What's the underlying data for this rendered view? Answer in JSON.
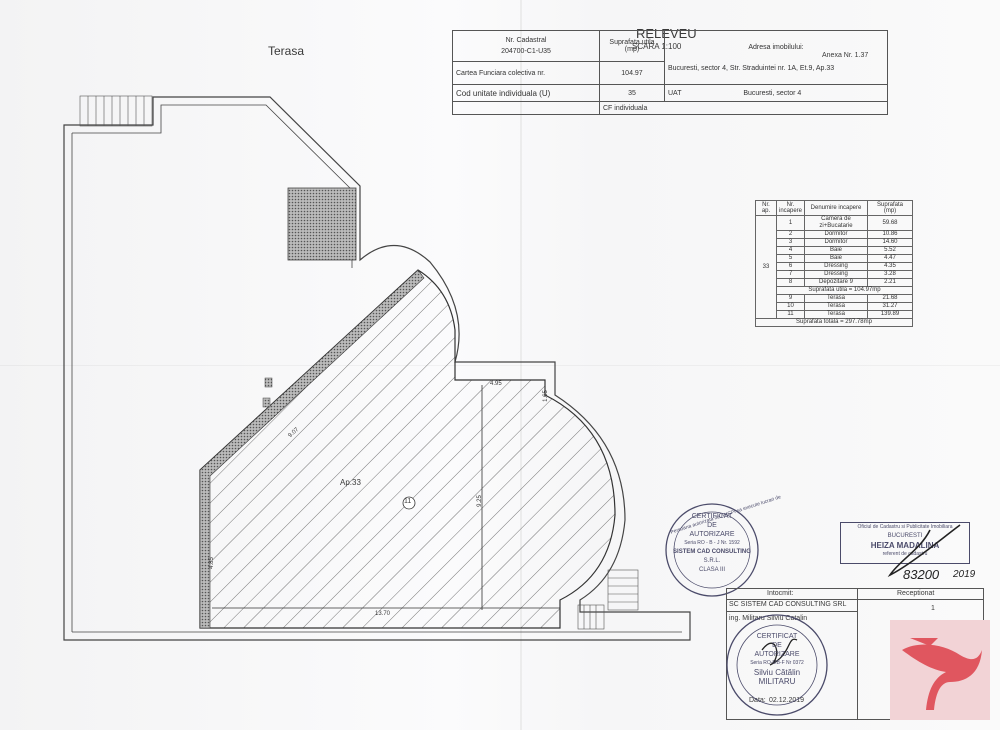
{
  "sheet": {
    "terrace_label": "Terasa",
    "apartment_label": "Ap.33",
    "room_marker": "11",
    "dimensions": {
      "diag": "9.07",
      "top": "4.95",
      "small": "1.65",
      "mid_v": "9.25",
      "left_v": "4.85",
      "bottom": "13.70"
    }
  },
  "header": {
    "title": "RELEVEU",
    "scale": "SCARA 1:100",
    "annex": "Anexa Nr. 1.37",
    "nr_cadastral_label": "Nr. Cadastral",
    "nr_cadastral_value": "204700-C1-U35",
    "suprafata_label": "Suprafata utila (mp)",
    "suprafata_value": "104.97",
    "adresa_label": "Adresa imobilului:",
    "adresa_value": "Bucuresti, sector 4, Str. Straduintei nr. 1A, Et.9, Ap.33",
    "carte_label": "Cartea Funciara colectiva nr.",
    "cod_label": "Cod unitate individuala (U)",
    "uat_label": "UAT",
    "uat_value": "Bucuresti, sector 4",
    "cf_label": "CF individuala",
    "cf_value": "35"
  },
  "rooms_table": {
    "headers": [
      "Nr. ap.",
      "Nr. incapere",
      "Denumire incapere",
      "Suprafata (mp)"
    ],
    "ap_number": "33",
    "rows": [
      {
        "nr": "1",
        "name": "Camera de zi+Bucatarie",
        "area": "59.68"
      },
      {
        "nr": "2",
        "name": "Dormitor",
        "area": "10.86"
      },
      {
        "nr": "3",
        "name": "Dormitor",
        "area": "14.60"
      },
      {
        "nr": "4",
        "name": "Baie",
        "area": "5.52"
      },
      {
        "nr": "5",
        "name": "Baie",
        "area": "4.47"
      },
      {
        "nr": "6",
        "name": "Dressing",
        "area": "4.35"
      },
      {
        "nr": "7",
        "name": "Dressing",
        "area": "3.28"
      },
      {
        "nr": "8",
        "name": "Depozitare 9",
        "area": "2.21"
      }
    ],
    "subtotal": "Suprafata utila = 104.97mp",
    "terrace_rows": [
      {
        "nr": "9",
        "name": "Terasa",
        "area": "21.68"
      },
      {
        "nr": "10",
        "name": "Terasa",
        "area": "31.27"
      },
      {
        "nr": "11",
        "name": "Terasa",
        "area": "139.89"
      }
    ],
    "total": "Suprafata totala = 297.78mp"
  },
  "stamps": {
    "cert1_arc": "Persoana autorizata de ANCPI sa execute lucrari de",
    "cert1_lines": [
      "CERTIFICAT",
      "DE",
      "AUTORIZARE",
      "Seria RO - B - J Nr. 1592",
      "SISTEM CAD CONSULTING",
      "S.R.L.",
      "CLASA III"
    ],
    "cert2_lines": [
      "CERTIFICAT",
      "DE",
      "AUTORIZARE",
      "Seria RO-MB-F Nr 0372",
      "Silviu Cătălin",
      "MILITARU"
    ],
    "office_lines": [
      "Oficiul de Cadastru si Publicitate Imobiliara",
      "BUCURESTI",
      "HEIZA MADALINA",
      "referent de cadastru"
    ],
    "handwritten_number": "83200",
    "handwritten_year": "2019"
  },
  "signature_table": {
    "intocmit_label": "Intocmit:",
    "receptionat_label": "Receptionat",
    "company": "SC SISTEM CAD CONSULTING SRL",
    "page_number": "1",
    "engineer": "ing. Militaru Silviu Catalin",
    "date_label": "Data:",
    "date_value": "02.12.2019"
  },
  "colors": {
    "paper": "#f7f7f8",
    "ink": "#3a3a3a",
    "logo_bg": "#f2d3d6",
    "logo_red": "#e0565f"
  },
  "icons": {
    "logo": "brand-logo-icon"
  }
}
